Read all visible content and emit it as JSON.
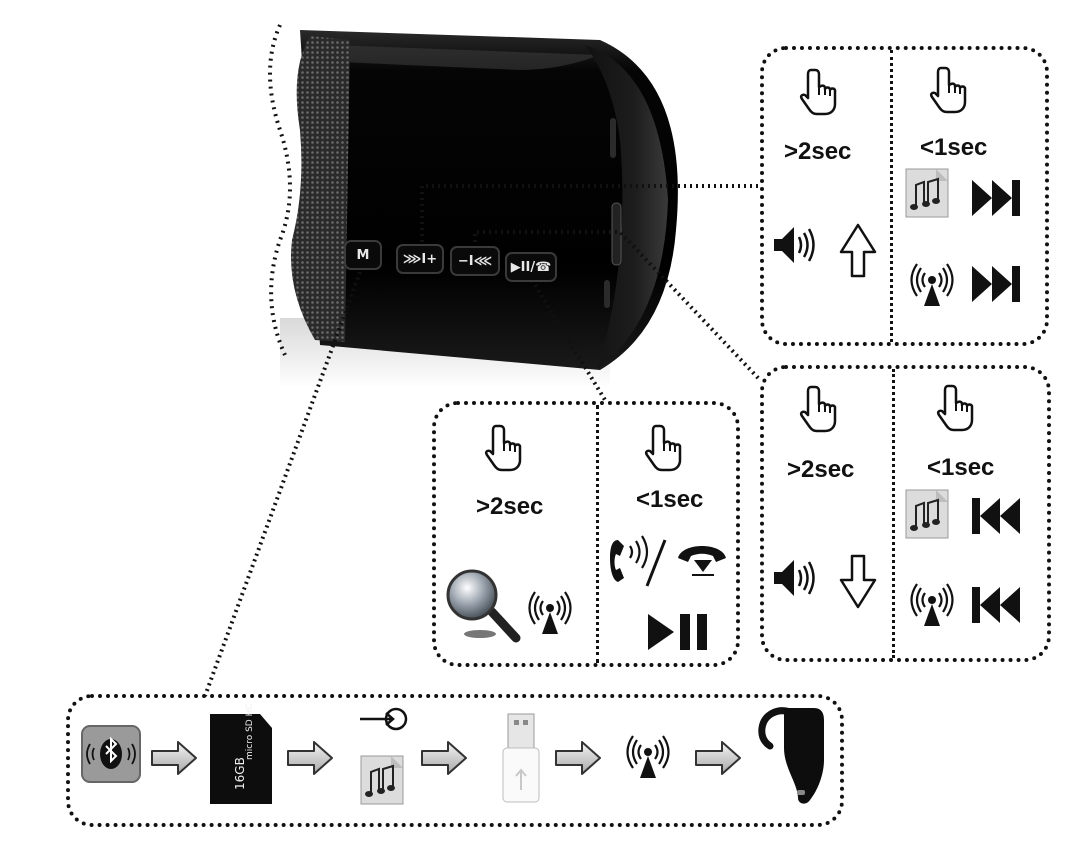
{
  "device": {
    "buttons": [
      {
        "label": "M"
      },
      {
        "label": "⋙I+"
      },
      {
        "label": "−I⋘"
      },
      {
        "label": "▶II/☎"
      }
    ]
  },
  "panels": {
    "volume_up": {
      "long_press": ">2sec",
      "short_press": "<1sec"
    },
    "volume_down": {
      "long_press": ">2sec",
      "short_press": "<1sec"
    },
    "play_pause": {
      "long_press": ">2sec",
      "short_press": "<1sec"
    }
  },
  "mode_sequence": {
    "steps": [
      "bluetooth-icon",
      "microsd-card-icon",
      "audio-file-in-icon",
      "usb-drive-icon",
      "fm-radio-icon",
      "headset-icon"
    ],
    "sd_card_text": "16GB"
  },
  "colors": {
    "device_body": "#0a0a0a",
    "ink": "#111111",
    "arrow_fill": "#d9d9d9"
  }
}
